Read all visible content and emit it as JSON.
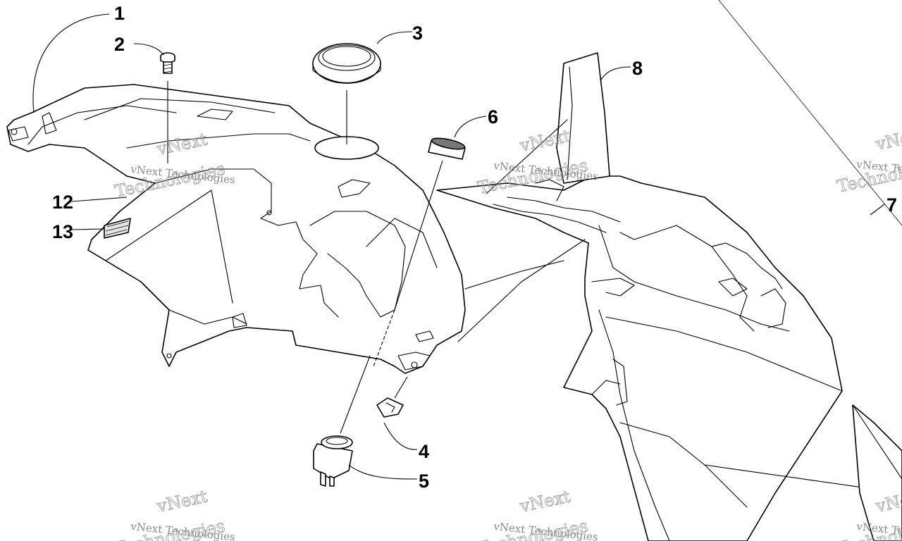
{
  "callouts": [
    {
      "id": "1",
      "text": "1"
    },
    {
      "id": "2",
      "text": "2"
    },
    {
      "id": "3",
      "text": "3"
    },
    {
      "id": "4",
      "text": "4"
    },
    {
      "id": "5",
      "text": "5"
    },
    {
      "id": "6",
      "text": "6"
    },
    {
      "id": "7",
      "text": "7"
    },
    {
      "id": "8",
      "text": "8"
    },
    {
      "id": "12",
      "text": "12"
    },
    {
      "id": "13",
      "text": "13"
    }
  ],
  "watermark": {
    "line1": "vNext",
    "line2": "vNext Technologies",
    "line3": "Technologies"
  }
}
